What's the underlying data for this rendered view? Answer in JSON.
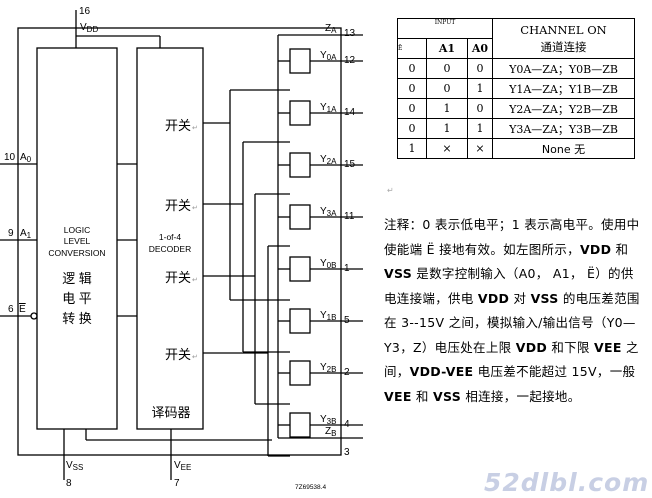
{
  "pins": {
    "vdd_num": "16",
    "vdd": "V",
    "vdd_sub": "DD",
    "vss_num": "8",
    "vss": "V",
    "vss_sub": "SS",
    "vee_num": "7",
    "vee": "V",
    "vee_sub": "EE",
    "a0_num": "10",
    "a0": "A",
    "a0_sub": "0",
    "a1_num": "9",
    "a1": "A",
    "a1_sub": "1",
    "e_num": "6",
    "e": "E",
    "za": "Z",
    "za_sub": "A",
    "za_num": "13",
    "zb": "Z",
    "zb_sub": "B",
    "zb_num": "3"
  },
  "outputs": [
    {
      "name": "Y",
      "sub": "0A",
      "num": "12"
    },
    {
      "name": "Y",
      "sub": "1A",
      "num": "14"
    },
    {
      "name": "Y",
      "sub": "2A",
      "num": "15"
    },
    {
      "name": "Y",
      "sub": "3A",
      "num": "11"
    },
    {
      "name": "Y",
      "sub": "0B",
      "num": "1"
    },
    {
      "name": "Y",
      "sub": "1B",
      "num": "5"
    },
    {
      "name": "Y",
      "sub": "2B",
      "num": "2"
    },
    {
      "name": "Y",
      "sub": "3B",
      "num": "4"
    }
  ],
  "logic_block": {
    "line1": "LOGIC",
    "line2": "LEVEL",
    "line3": "CONVERSION",
    "cn1": "逻 辑",
    "cn2": "电 平",
    "cn3": "转 换"
  },
  "decoder_block": {
    "line1": "1-of-4",
    "line2": "DECODER",
    "cn": "译码器"
  },
  "switch_label": "开关",
  "return_mark": "↵",
  "part_code": "7Z69538.4",
  "truth_table": {
    "input_header": "INPUT",
    "e_header": "Ē",
    "a1_header": "A1",
    "a0_header": "A0",
    "channel_header_1": "CHANNEL  ON",
    "channel_header_2": "通道连接",
    "rows": [
      {
        "e": "0",
        "a1": "0",
        "a0": "0",
        "channel": "Y0A—ZA；Y0B—ZB"
      },
      {
        "e": "0",
        "a1": "0",
        "a0": "1",
        "channel": "Y1A—ZA；Y1B—ZB"
      },
      {
        "e": "0",
        "a1": "1",
        "a0": "0",
        "channel": "Y2A—ZA；Y2B—ZB"
      },
      {
        "e": "0",
        "a1": "1",
        "a0": "1",
        "channel": "Y3A—ZA；Y3B—ZB"
      },
      {
        "e": "1",
        "a1": "×",
        "a0": "×",
        "channel": "None 无"
      }
    ]
  },
  "note": {
    "p1": "注释：0 表示低电平；1 表示高电平。使用中使能端 Ë 接地有效。如左图所示，",
    "vdd": "VDD",
    "p2": " 和 ",
    "vss": "VSS",
    "p3": " 是数字控制输入（A0， A1， Ë）的供电连接端，供电 ",
    "vdd2": "VDD",
    "p4": " 对 ",
    "vss2": "VSS",
    "p5": " 的电压差范围在 3--15V 之间，模拟输入/输出信号（Y0—Y3，Z）电压处在上限 ",
    "vdd3": "VDD",
    "p6": " 和下限 ",
    "vee": "VEE",
    "p7": " 之间，",
    "vddvee": "VDD-VEE",
    "p8": " 电压差不能超过 15V，一般 ",
    "vee2": "VEE",
    "p9": " 和 ",
    "vss3": "VSS",
    "p10": " 相连接，一起接地。"
  },
  "watermark": "52dlbl.com"
}
